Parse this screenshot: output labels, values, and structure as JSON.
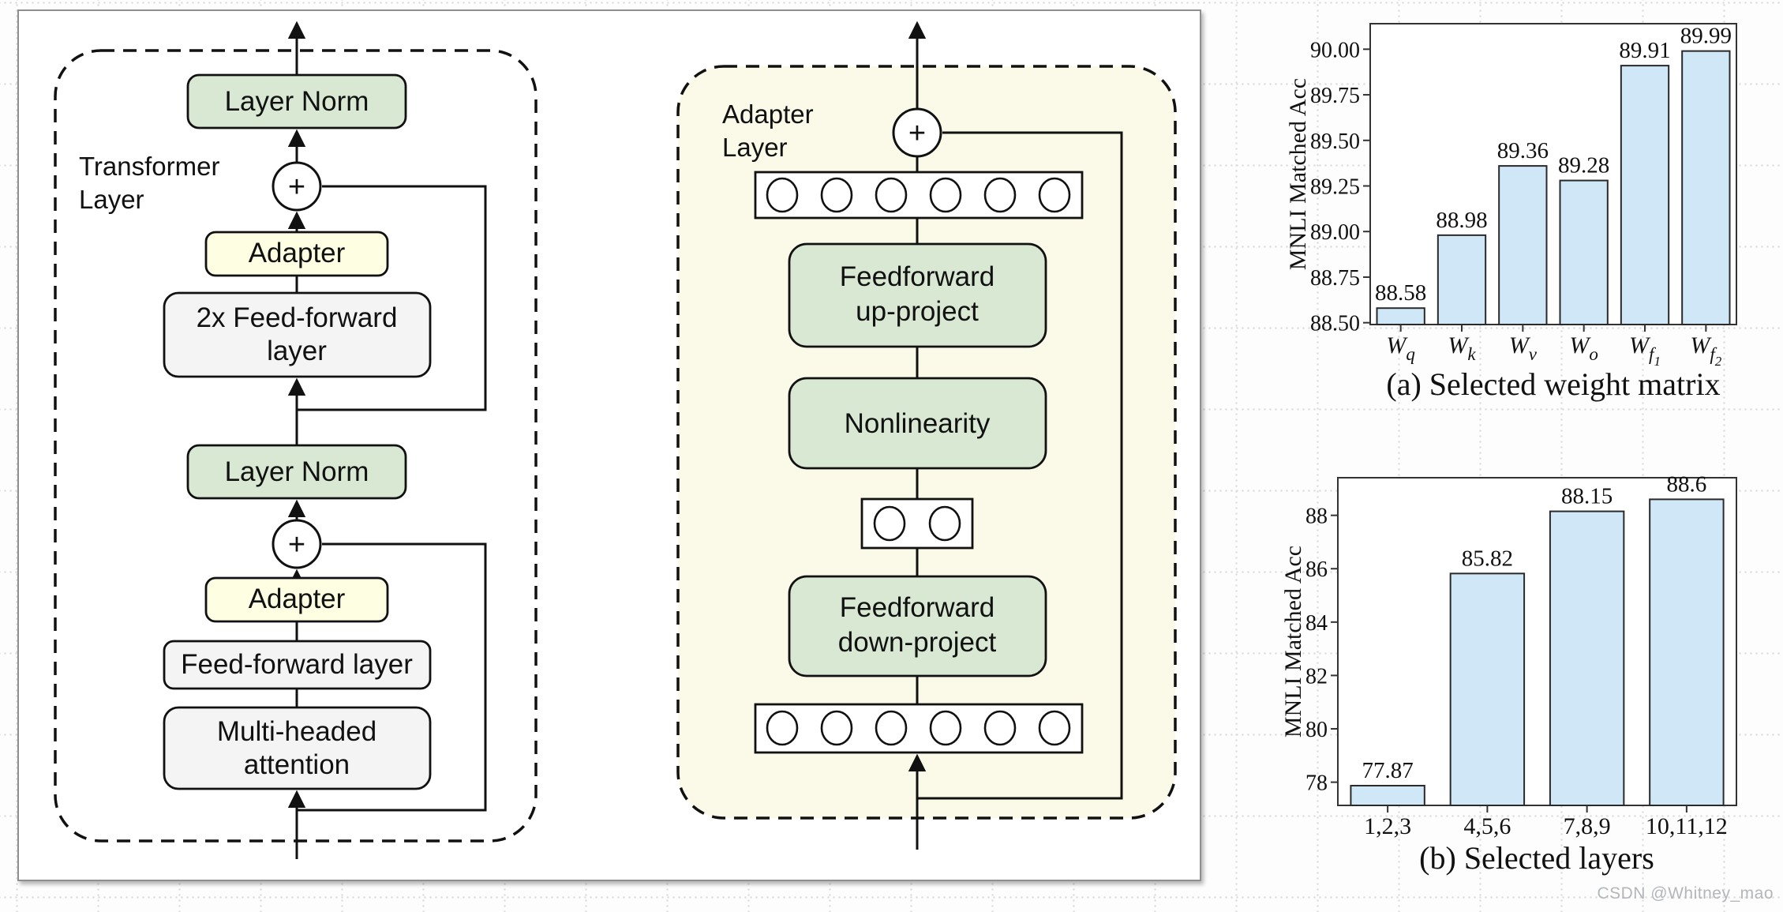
{
  "page": {
    "watermark": "CSDN @Whitney_mao"
  },
  "diagram": {
    "plus": "+",
    "transformer": {
      "label_line1": "Transformer",
      "label_line2": "Layer",
      "layer_norm_top": "Layer Norm",
      "adapter_top": "Adapter",
      "ff2x_line1": "2x Feed-forward",
      "ff2x_line2": "layer",
      "layer_norm_bottom": "Layer Norm",
      "adapter_bottom": "Adapter",
      "ff_layer": "Feed-forward layer",
      "mha_line1": "Multi-headed",
      "mha_line2": "attention"
    },
    "adapter_layer": {
      "label_line1": "Adapter",
      "label_line2": "Layer",
      "ff_up_line1": "Feedforward",
      "ff_up_line2": "up-project",
      "nonlinearity": "Nonlinearity",
      "ff_down_line1": "Feedforward",
      "ff_down_line2": "down-project"
    },
    "colors": {
      "green": "#d9e8d3",
      "yellow": "#fefee2",
      "gray": "#f4f4f4",
      "cream": "#fbfae8",
      "stroke": "#111111"
    }
  },
  "chart_data": [
    {
      "type": "bar",
      "title": "(a) Selected weight matrix",
      "categories": [
        "W_q",
        "W_k",
        "W_v",
        "W_o",
        "W_f1",
        "W_f2"
      ],
      "values": [
        88.58,
        88.98,
        89.36,
        89.28,
        89.91,
        89.99
      ],
      "labels": [
        "88.58",
        "88.98",
        "89.36",
        "89.28",
        "89.91",
        "89.99"
      ],
      "xlabel": "",
      "ylabel": "MNLI Matched Acc",
      "yticks": [
        88.5,
        88.75,
        89.0,
        89.25,
        89.5,
        89.75,
        90.0
      ],
      "ytick_labels": [
        "88.50",
        "88.75",
        "89.00",
        "89.25",
        "89.50",
        "89.75",
        "90.00"
      ],
      "ylim": [
        88.49,
        90.14
      ],
      "grid": false,
      "legend": null,
      "bar_color": "#cfe7f7",
      "bar_edge": "#2a2a2a",
      "spine_color": "#333333"
    },
    {
      "type": "bar",
      "title": "(b) Selected layers",
      "categories": [
        "1,2,3",
        "4,5,6",
        "7,8,9",
        "10,11,12"
      ],
      "values": [
        77.87,
        85.82,
        88.15,
        88.6
      ],
      "labels": [
        "77.87",
        "85.82",
        "88.15",
        "88.6"
      ],
      "xlabel": "",
      "ylabel": "MNLI Matched Acc",
      "yticks": [
        78,
        80,
        82,
        84,
        86,
        88
      ],
      "ytick_labels": [
        "78",
        "80",
        "82",
        "84",
        "86",
        "88"
      ],
      "ylim": [
        77.13,
        89.41
      ],
      "grid": false,
      "legend": null,
      "bar_color": "#cfe7f7",
      "bar_edge": "#2a2a2a",
      "spine_color": "#333333"
    }
  ]
}
